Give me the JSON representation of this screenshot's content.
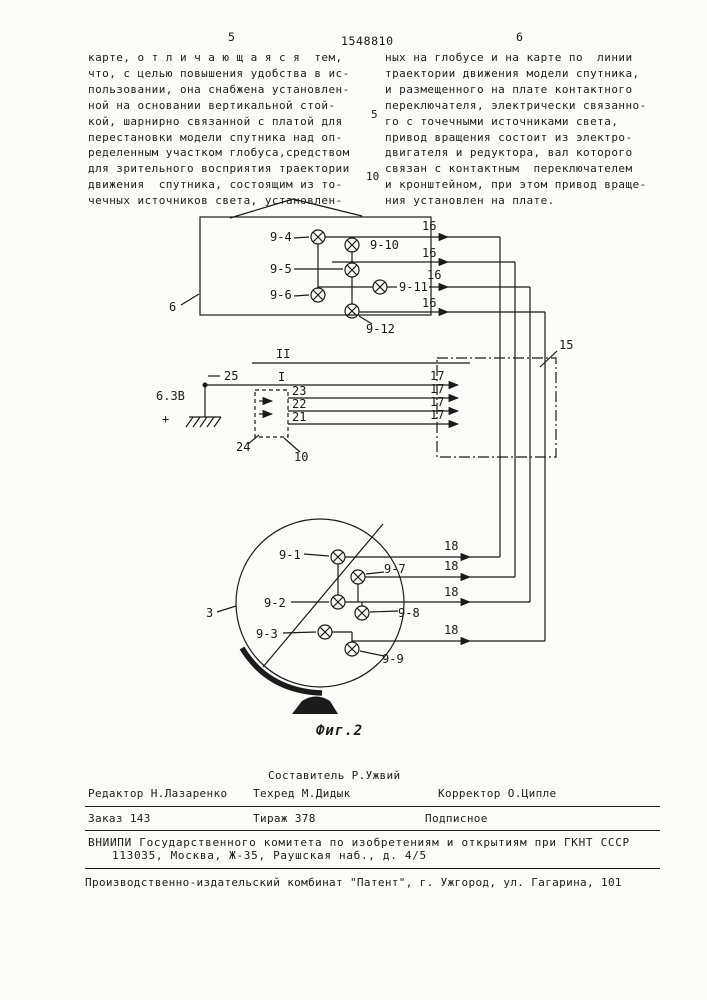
{
  "header": {
    "page_left": "5",
    "page_right": "6",
    "patent_number": "1548810"
  },
  "columns": {
    "left": "карте, о т л и ч а ю щ а я с я  тем,\nчто, с целью повышения удобства в ис-\nпользовании, она снабжена установлен-\nной на основании вертикальной стой-\nкой, шарнирно связанной с платой для\nперестановки модели спутника над оп-\nределенным участком глобуса,средством\nдля зрительного восприятия траектории\nдвижения  спутника, состоящим из то-\nчечных источников света, установлен-",
    "right": "ных на глобусе и на карте по  линии\nтраектории движения модели спутника,\nи размещенного на плате контактного\nпереключателя, электрически связанно-\nго с точечными источниками света,\nпривод вращения состоит из электро-\nдвигателя и редуктора, вал которого\nсвязан с контактным  переключателем\nи кронштейном, при этом привод враще-\nния установлен на плате.",
    "margin_marker_top": "5",
    "margin_marker_bottom": "10"
  },
  "diagram": {
    "fig_caption": "Фиг.2",
    "labels": {
      "stand_box": "6",
      "globe": "3",
      "panel": "15",
      "bracket": "24",
      "switch": "10",
      "brush_II": "II",
      "brush_I": "I",
      "n25": "25",
      "voltage": "6.3В",
      "plus": "+",
      "n23": "23",
      "n22": "22",
      "n21": "21",
      "lamp_9_1": "9-1",
      "lamp_9_2": "9-2",
      "lamp_9_3": "9-3",
      "lamp_9_4": "9-4",
      "lamp_9_5": "9-5",
      "lamp_9_6": "9-6",
      "lamp_9_7": "9-7",
      "lamp_9_8": "9-8",
      "lamp_9_9": "9-9",
      "lamp_9_10": "9-10",
      "lamp_9_11": "9-11",
      "lamp_9_12": "9-12",
      "wire_16": "16",
      "wire_17": "17",
      "wire_18": "18"
    }
  },
  "footer": {
    "compiler": "Составитель Р.Ужвий",
    "editor": "Редактор Н.Лазаренко",
    "techred": "Техред М.Дидык",
    "corrector": "Корректор О.Ципле",
    "order": "Заказ 143",
    "print_run": "Тираж 378",
    "subscription": "Подписное",
    "vniipi_line1": "ВНИИПИ Государственного комитета по изобретениям и открытиям при ГКНТ СССР",
    "vniipi_line2": "113035, Москва, Ж-35, Раушская наб., д. 4/5",
    "publisher": "Производственно-издательский комбинат \"Патент\", г. Ужгород, ул. Гагарина, 101"
  }
}
